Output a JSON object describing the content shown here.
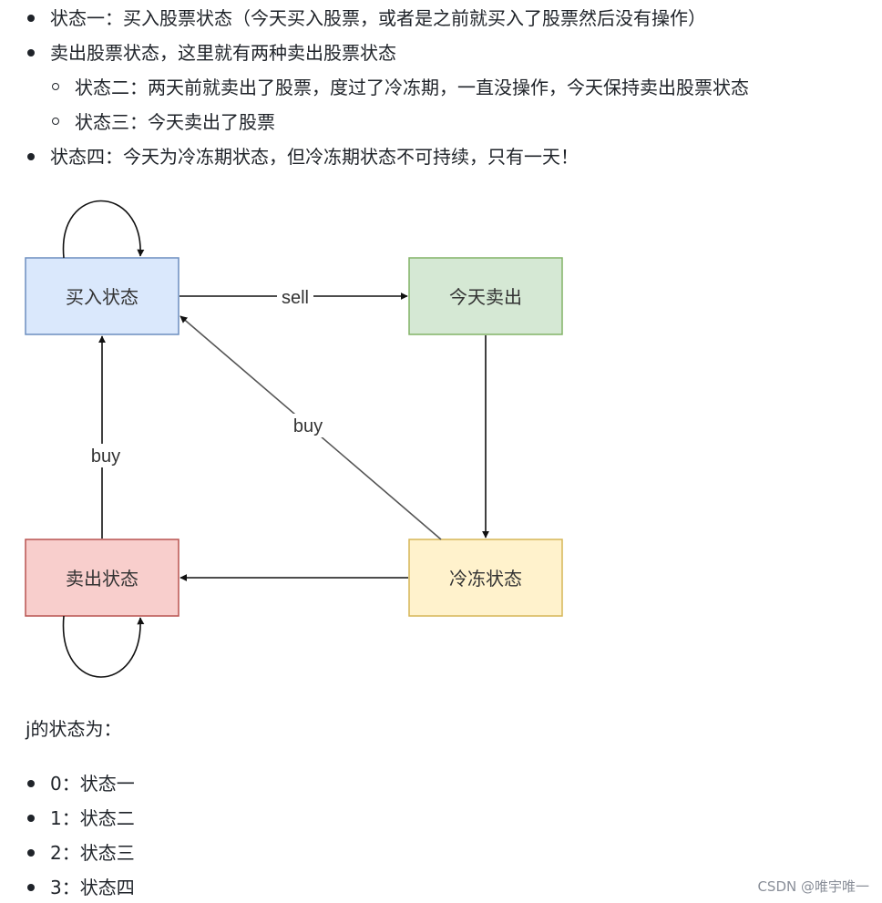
{
  "top_list": {
    "item1": "状态一：买入股票状态（今天买入股票，或者是之前就买入了股票然后没有操作）",
    "item2": "卖出股票状态，这里就有两种卖出股票状态",
    "item2_sub1": "状态二：两天前就卖出了股票，度过了冷冻期，一直没操作，今天保持卖出股票状态",
    "item2_sub2": "状态三：今天卖出了股票",
    "item3": "状态四：今天为冷冻期状态，但冷冻期状态不可持续，只有一天！"
  },
  "diagram": {
    "nodes": {
      "buy_state": {
        "label": "买入状态",
        "fill": "#dae8fc",
        "stroke": "#6c8ebf"
      },
      "sold_today": {
        "label": "今天卖出",
        "fill": "#d5e8d4",
        "stroke": "#82b366"
      },
      "sold_state": {
        "label": "卖出状态",
        "fill": "#f8cecc",
        "stroke": "#b85450"
      },
      "cooldown": {
        "label": "冷冻状态",
        "fill": "#fff2cc",
        "stroke": "#d6b656"
      }
    },
    "edges": {
      "sell_label": "sell",
      "buy_diag_label": "buy",
      "buy_vert_label": "buy"
    }
  },
  "j_intro": "j的状态为：",
  "j_list": {
    "s0": "0：状态一",
    "s1": "1：状态二",
    "s2": "2：状态三",
    "s3": "3：状态四"
  },
  "watermark": "CSDN @唯宇唯一"
}
